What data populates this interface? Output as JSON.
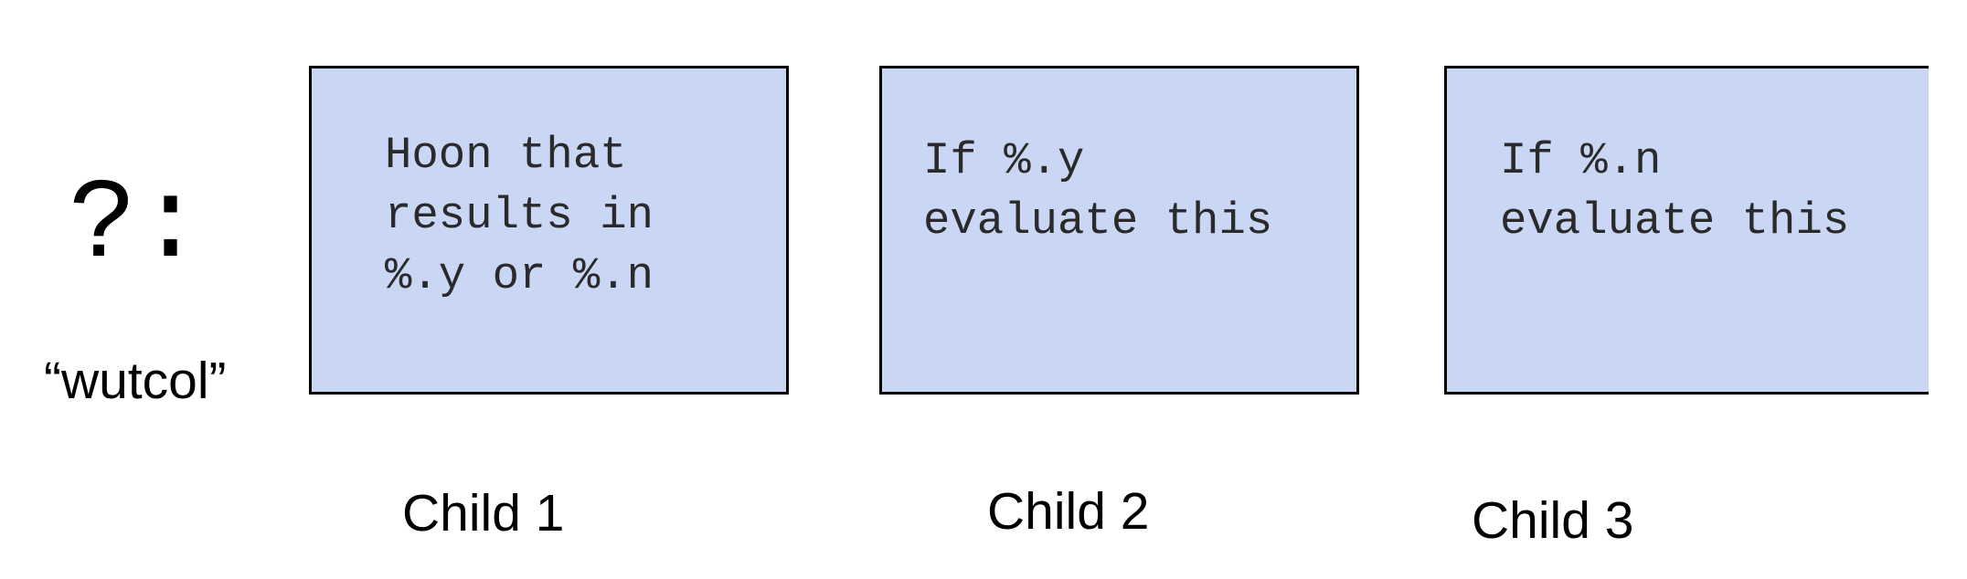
{
  "rune": {
    "glyph": "?:",
    "name": "“wutcol”"
  },
  "children": [
    {
      "code_lines": [
        "Hoon that",
        "results in",
        "%.y or %.n"
      ],
      "label": "Child 1"
    },
    {
      "code_lines": [
        "If %.y",
        "evaluate this"
      ],
      "label": "Child 2"
    },
    {
      "code_lines": [
        "If %.n",
        "evaluate this"
      ],
      "label": "Child 3"
    }
  ],
  "colors": {
    "box_fill": "#c9d7f4",
    "box_border": "#000000",
    "text": "#000000"
  }
}
